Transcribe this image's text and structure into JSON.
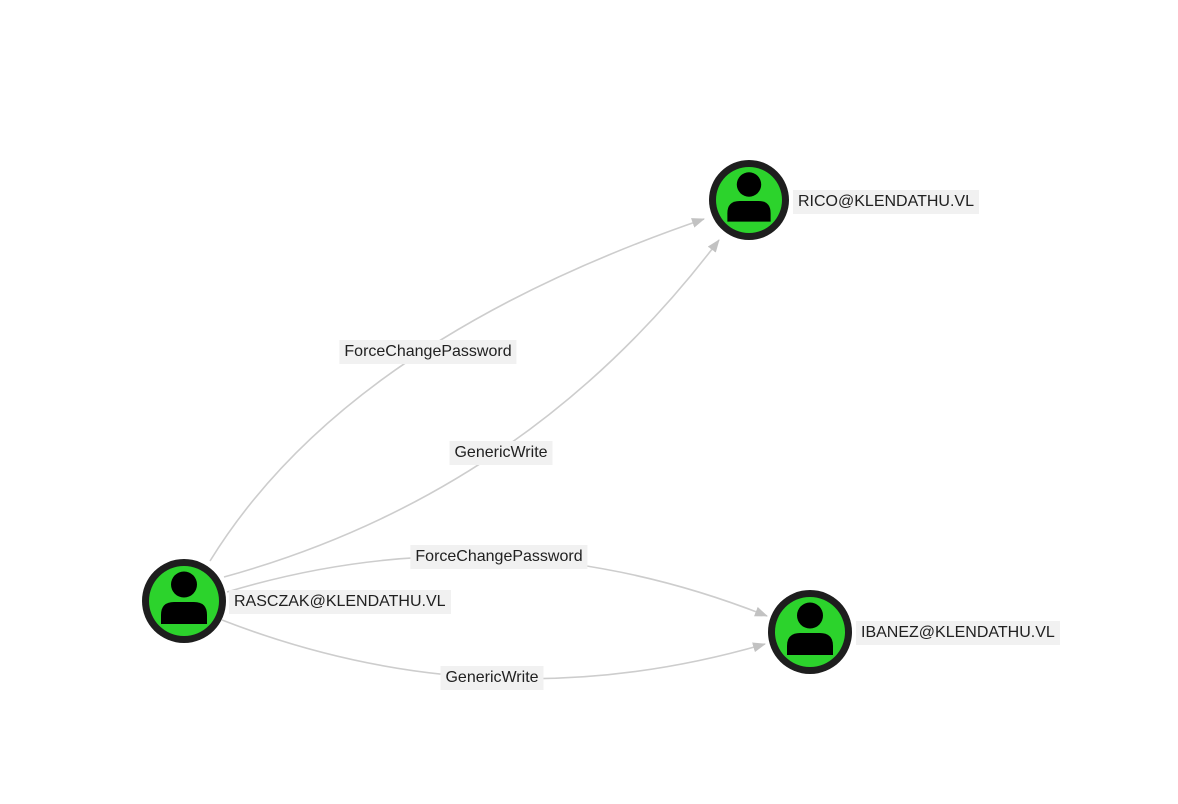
{
  "graph": {
    "colors": {
      "background": "#ffffff",
      "node_fill": "#2cd32c",
      "node_border": "#1e1e1e",
      "node_icon": "#000000",
      "edge": "#cdcdcd",
      "arrow": "#c2c2c2",
      "label_background": "#f1f1f1",
      "label_text": "#212121"
    },
    "nodes": [
      {
        "id": "rico",
        "label": "RICO@KLENDATHU.VL",
        "icon": "user-icon"
      },
      {
        "id": "rasczak",
        "label": "RASCZAK@KLENDATHU.VL",
        "icon": "user-icon"
      },
      {
        "id": "ibanez",
        "label": "IBANEZ@KLENDATHU.VL",
        "icon": "user-icon"
      }
    ],
    "edges": [
      {
        "source": "RASCZAK@KLENDATHU.VL",
        "target": "RICO@KLENDATHU.VL",
        "label": "ForceChangePassword"
      },
      {
        "source": "RASCZAK@KLENDATHU.VL",
        "target": "RICO@KLENDATHU.VL",
        "label": "GenericWrite"
      },
      {
        "source": "RASCZAK@KLENDATHU.VL",
        "target": "IBANEZ@KLENDATHU.VL",
        "label": "ForceChangePassword"
      },
      {
        "source": "RASCZAK@KLENDATHU.VL",
        "target": "IBANEZ@KLENDATHU.VL",
        "label": "GenericWrite"
      }
    ]
  }
}
